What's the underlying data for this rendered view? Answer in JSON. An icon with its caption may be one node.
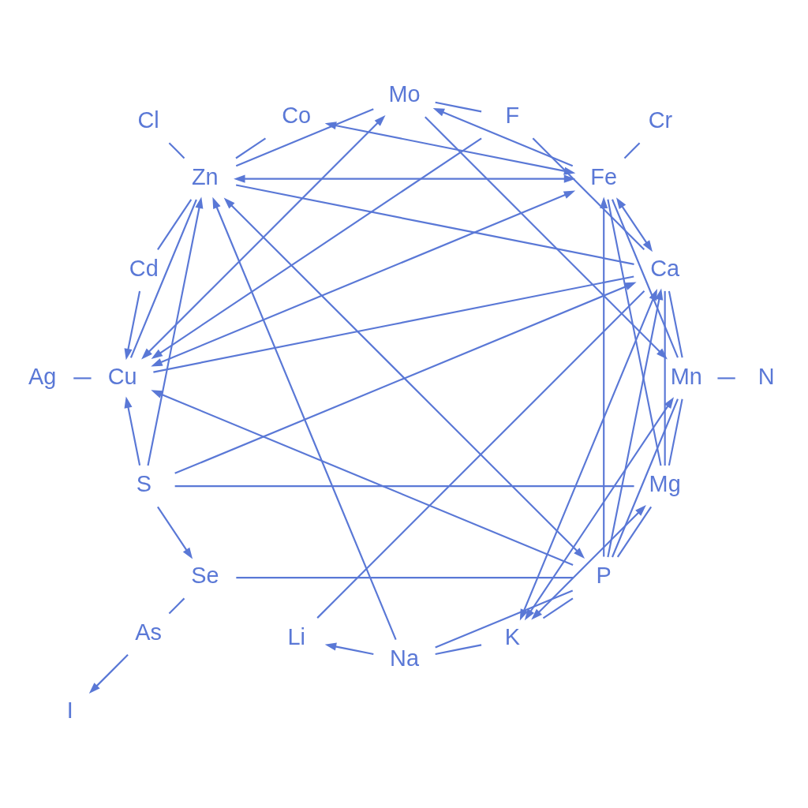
{
  "diagram": {
    "nodes": [
      {
        "text": [
          "P"
        ]
      },
      {
        "text": [
          "Co"
        ]
      },
      {
        "text": [
          "N"
        ]
      },
      {
        "text": [
          "Fe"
        ]
      },
      {
        "text": [
          "Se"
        ]
      },
      {
        "text": [
          "Na"
        ]
      },
      {
        "text": [
          "Ca"
        ]
      },
      {
        "text": [
          "Ag"
        ]
      },
      {
        "text": [
          "Cd"
        ]
      },
      {
        "text": [
          "Cu"
        ]
      },
      {
        "text": [
          "Mn"
        ]
      },
      {
        "text": [
          "K"
        ]
      },
      {
        "text": [
          "Mo"
        ]
      },
      {
        "text": [
          "I"
        ]
      },
      {
        "text": [
          "Mg"
        ]
      },
      {
        "text": [
          "Li"
        ]
      },
      {
        "text": [
          "Zn"
        ]
      },
      {
        "text": [
          "Cl"
        ]
      },
      {
        "text": [
          "As"
        ]
      },
      {
        "text": [
          "F"
        ]
      },
      {
        "text": [
          "S"
        ]
      },
      {
        "text": [
          "Cr"
        ]
      }
    ],
    "edges": [
      {
        "from": 0,
        "to": 3,
        "arrow": "to"
      },
      {
        "from": 0,
        "to": 4,
        "arrow": "none"
      },
      {
        "from": 0,
        "to": 5,
        "arrow": "none"
      },
      {
        "from": 0,
        "to": 6,
        "arrow": "to"
      },
      {
        "from": 0,
        "to": 9,
        "arrow": "to"
      },
      {
        "from": 0,
        "to": 10,
        "arrow": "none"
      },
      {
        "from": 0,
        "to": 16,
        "arrow": "both"
      },
      {
        "from": 0,
        "to": 14,
        "arrow": "none"
      },
      {
        "from": 0,
        "to": 11,
        "arrow": "none"
      },
      {
        "from": 21,
        "to": 3,
        "arrow": "none"
      },
      {
        "from": 20,
        "to": 4,
        "arrow": "to"
      },
      {
        "from": 20,
        "to": 6,
        "arrow": "to"
      },
      {
        "from": 20,
        "to": 9,
        "arrow": "to"
      },
      {
        "from": 20,
        "to": 14,
        "arrow": "none"
      },
      {
        "from": 20,
        "to": 16,
        "arrow": "to"
      },
      {
        "from": 19,
        "to": 6,
        "arrow": "none"
      },
      {
        "from": 19,
        "to": 9,
        "arrow": "to"
      },
      {
        "from": 19,
        "to": 12,
        "arrow": "none"
      },
      {
        "from": 18,
        "to": 4,
        "arrow": "none"
      },
      {
        "from": 18,
        "to": 13,
        "arrow": "to"
      },
      {
        "from": 1,
        "to": 3,
        "arrow": "both"
      },
      {
        "from": 1,
        "to": 16,
        "arrow": "none"
      },
      {
        "from": 2,
        "to": 10,
        "arrow": "none"
      },
      {
        "from": 3,
        "to": 16,
        "arrow": "both"
      },
      {
        "from": 3,
        "to": 14,
        "arrow": "none"
      },
      {
        "from": 3,
        "to": 9,
        "arrow": "both"
      },
      {
        "from": 3,
        "to": 10,
        "arrow": "none"
      },
      {
        "from": 3,
        "to": 12,
        "arrow": "to"
      },
      {
        "from": 3,
        "to": 6,
        "arrow": "both"
      },
      {
        "from": 5,
        "to": 15,
        "arrow": "to"
      },
      {
        "from": 5,
        "to": 11,
        "arrow": "none"
      },
      {
        "from": 5,
        "to": 16,
        "arrow": "to"
      },
      {
        "from": 6,
        "to": 16,
        "arrow": "none"
      },
      {
        "from": 6,
        "to": 14,
        "arrow": "none"
      },
      {
        "from": 6,
        "to": 9,
        "arrow": "none"
      },
      {
        "from": 6,
        "to": 11,
        "arrow": "both"
      },
      {
        "from": 6,
        "to": 10,
        "arrow": "none"
      },
      {
        "from": 7,
        "to": 9,
        "arrow": "none"
      },
      {
        "from": 8,
        "to": 9,
        "arrow": "to"
      },
      {
        "from": 8,
        "to": 16,
        "arrow": "none"
      },
      {
        "from": 9,
        "to": 16,
        "arrow": "none"
      },
      {
        "from": 9,
        "to": 12,
        "arrow": "both"
      },
      {
        "from": 10,
        "to": 11,
        "arrow": "both"
      },
      {
        "from": 10,
        "to": 14,
        "arrow": "none"
      },
      {
        "from": 12,
        "to": 10,
        "arrow": "to"
      },
      {
        "from": 14,
        "to": 11,
        "arrow": "both"
      },
      {
        "from": 16,
        "to": 12,
        "arrow": "none"
      },
      {
        "from": 17,
        "to": 16,
        "arrow": "none"
      },
      {
        "from": 15,
        "to": 6,
        "arrow": "none"
      }
    ]
  }
}
